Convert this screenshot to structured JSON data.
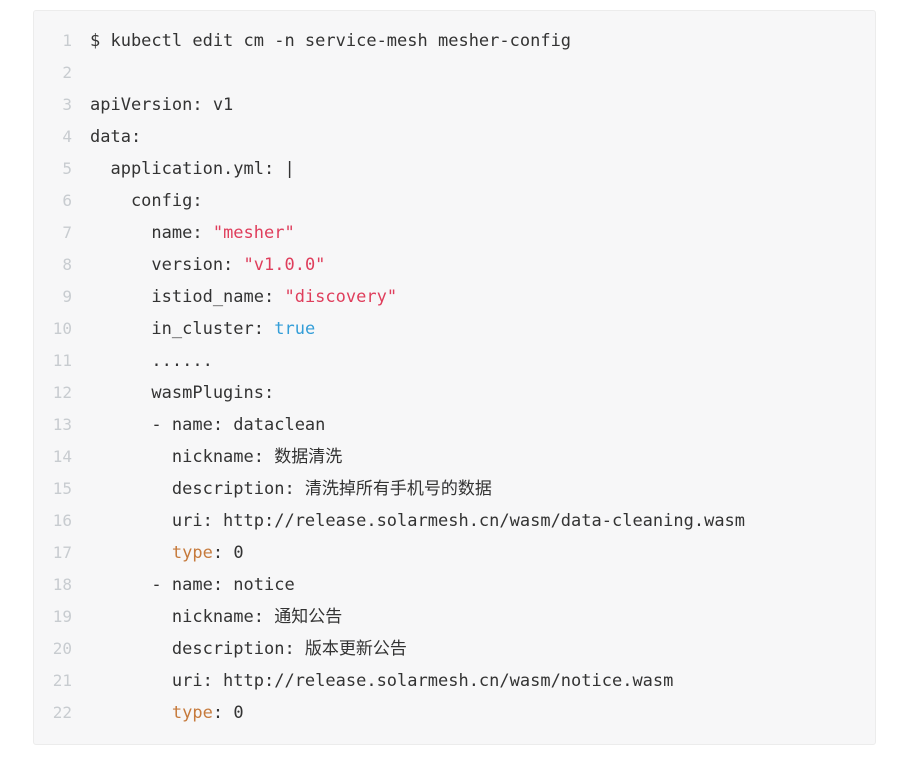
{
  "code_block": {
    "description": "terminal-yaml-code-block",
    "colors": {
      "bg": "#f7f7f8",
      "border": "#ececec",
      "line_number": "#c8ccd0",
      "d": "#333333",
      "s": "#df3e5c",
      "l": "#349ed8",
      "k": "#c67a3c"
    },
    "lines": [
      {
        "num": "1",
        "tokens": [
          {
            "c": "d",
            "t": "$ kubectl edit cm -n service-mesh mesher-config"
          }
        ]
      },
      {
        "num": "2",
        "tokens": []
      },
      {
        "num": "3",
        "tokens": [
          {
            "c": "d",
            "t": "apiVersion: v1"
          }
        ]
      },
      {
        "num": "4",
        "tokens": [
          {
            "c": "d",
            "t": "data:"
          }
        ]
      },
      {
        "num": "5",
        "tokens": [
          {
            "c": "d",
            "t": "  application.yml: |"
          }
        ]
      },
      {
        "num": "6",
        "tokens": [
          {
            "c": "d",
            "t": "    config:"
          }
        ]
      },
      {
        "num": "7",
        "tokens": [
          {
            "c": "d",
            "t": "      name: "
          },
          {
            "c": "s",
            "t": "\"mesher\""
          }
        ]
      },
      {
        "num": "8",
        "tokens": [
          {
            "c": "d",
            "t": "      version: "
          },
          {
            "c": "s",
            "t": "\"v1.0.0\""
          }
        ]
      },
      {
        "num": "9",
        "tokens": [
          {
            "c": "d",
            "t": "      istiod_name: "
          },
          {
            "c": "s",
            "t": "\"discovery\""
          }
        ]
      },
      {
        "num": "10",
        "tokens": [
          {
            "c": "d",
            "t": "      in_cluster: "
          },
          {
            "c": "l",
            "t": "true"
          }
        ]
      },
      {
        "num": "11",
        "tokens": [
          {
            "c": "d",
            "t": "      ......"
          }
        ]
      },
      {
        "num": "12",
        "tokens": [
          {
            "c": "d",
            "t": "      wasmPlugins:"
          }
        ]
      },
      {
        "num": "13",
        "tokens": [
          {
            "c": "d",
            "t": "      - name: dataclean"
          }
        ]
      },
      {
        "num": "14",
        "tokens": [
          {
            "c": "d",
            "t": "        nickname: 数据清洗"
          }
        ]
      },
      {
        "num": "15",
        "tokens": [
          {
            "c": "d",
            "t": "        description: 清洗掉所有手机号的数据"
          }
        ]
      },
      {
        "num": "16",
        "tokens": [
          {
            "c": "d",
            "t": "        uri: http://release.solarmesh.cn/wasm/data-cleaning.wasm"
          }
        ]
      },
      {
        "num": "17",
        "tokens": [
          {
            "c": "d",
            "t": "        "
          },
          {
            "c": "k",
            "t": "type"
          },
          {
            "c": "d",
            "t": ": 0"
          }
        ]
      },
      {
        "num": "18",
        "tokens": [
          {
            "c": "d",
            "t": "      - name: notice"
          }
        ]
      },
      {
        "num": "19",
        "tokens": [
          {
            "c": "d",
            "t": "        nickname: 通知公告"
          }
        ]
      },
      {
        "num": "20",
        "tokens": [
          {
            "c": "d",
            "t": "        description: 版本更新公告"
          }
        ]
      },
      {
        "num": "21",
        "tokens": [
          {
            "c": "d",
            "t": "        uri: http://release.solarmesh.cn/wasm/notice.wasm"
          }
        ]
      },
      {
        "num": "22",
        "tokens": [
          {
            "c": "d",
            "t": "        "
          },
          {
            "c": "k",
            "t": "type"
          },
          {
            "c": "d",
            "t": ": 0"
          }
        ]
      }
    ]
  }
}
